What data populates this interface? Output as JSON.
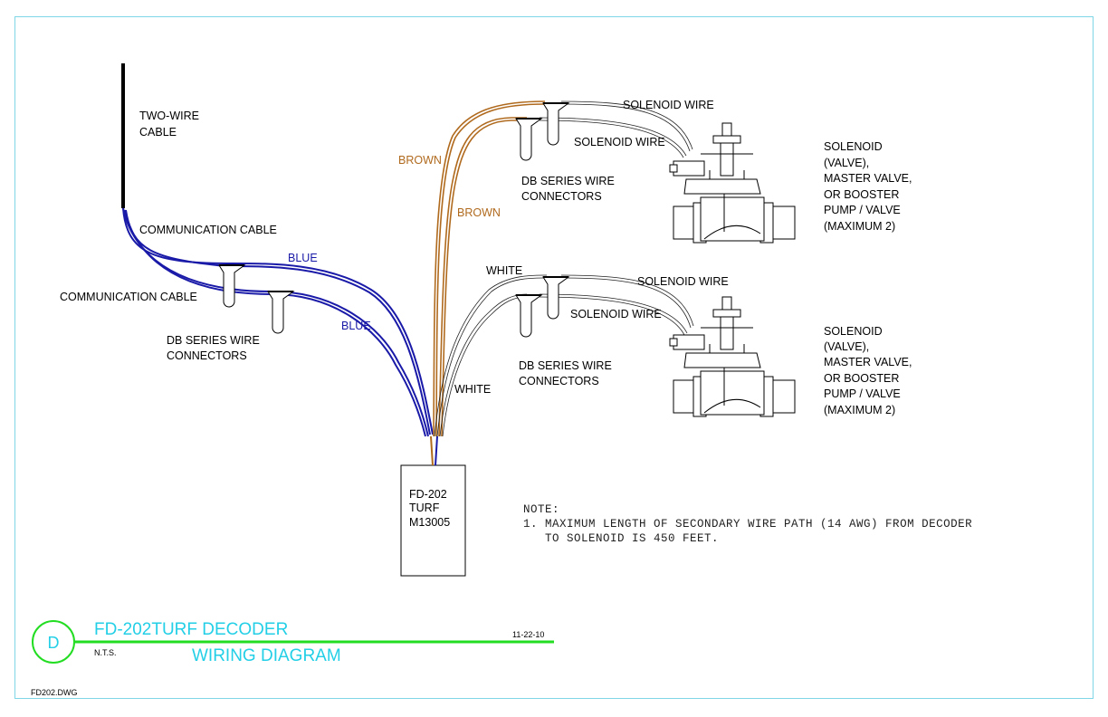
{
  "labels": {
    "two_wire_cable": [
      "TWO-WIRE",
      "CABLE"
    ],
    "communication_cable_1": "COMMUNICATION CABLE",
    "communication_cable_2": "COMMUNICATION CABLE",
    "blue_1": "BLUE",
    "blue_2": "BLUE",
    "db_connectors_left": [
      "DB SERIES WIRE",
      "CONNECTORS"
    ],
    "brown_1": "BROWN",
    "brown_2": "BROWN",
    "solenoid_wire_top_1": "SOLENOID WIRE",
    "solenoid_wire_top_2": "SOLENOID WIRE",
    "db_connectors_top": [
      "DB SERIES WIRE",
      "CONNECTORS"
    ],
    "white_1": "WHITE",
    "white_2": "WHITE",
    "solenoid_wire_bot_1": "SOLENOID WIRE",
    "solenoid_wire_bot_2": "SOLENOID WIRE",
    "db_connectors_bot": [
      "DB SERIES WIRE",
      "CONNECTORS"
    ],
    "solenoid_top": [
      "SOLENOID",
      "(VALVE),",
      "MASTER VALVE,",
      "OR BOOSTER",
      "PUMP / VALVE",
      "(MAXIMUM 2)"
    ],
    "solenoid_bot": [
      "SOLENOID",
      "(VALVE),",
      "MASTER VALVE,",
      "OR BOOSTER",
      "PUMP / VALVE",
      "(MAXIMUM 2)"
    ],
    "decoder": [
      "FD-202",
      "TURF",
      "M13005"
    ]
  },
  "note": {
    "heading": "NOTE:",
    "lines": [
      "1. MAXIMUM LENGTH OF SECONDARY WIRE PATH (14 AWG) FROM DECODER",
      "   TO SOLENOID IS 450 FEET."
    ]
  },
  "title_block": {
    "badge": "D",
    "title_1": "FD-202TURF DECODER",
    "title_2": "WIRING DIAGRAM",
    "scale": "N.T.S.",
    "date": "11-22-10"
  },
  "filename": "FD202.DWG",
  "colors": {
    "blue": "#1a1aa8",
    "brown": "#b06a1e",
    "title_cyan": "#22cfe6",
    "title_line": "#22dd22",
    "frame": "#7fd6e6"
  }
}
